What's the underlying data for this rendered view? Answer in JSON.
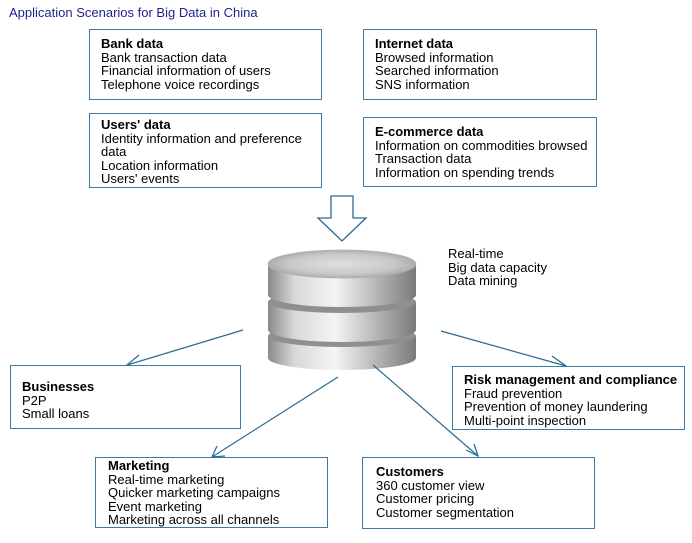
{
  "title": "Application Scenarios for Big Data in China",
  "colors": {
    "title": "#1f1f8f",
    "border": "#3a7ca5",
    "arrow": "#2a6a90"
  },
  "sources": {
    "bank": {
      "heading": "Bank data",
      "items": [
        "Bank transaction data",
        "Financial information of users",
        "Telephone voice recordings"
      ]
    },
    "internet": {
      "heading": "Internet data",
      "items": [
        "Browsed information",
        "Searched information",
        "SNS information"
      ]
    },
    "users": {
      "heading": "Users' data",
      "items": [
        "Identity information and preference",
        "data",
        "Location information",
        "Users' events"
      ]
    },
    "ecommerce": {
      "heading": "E-commerce data",
      "items": [
        "Information on commodities browsed",
        "Transaction data",
        "Information on spending trends"
      ]
    }
  },
  "database": {
    "icon": "database-icon",
    "features": [
      "Real-time",
      "Big data capacity",
      "Data mining"
    ]
  },
  "applications": {
    "businesses": {
      "heading": "Businesses",
      "items": [
        "P2P",
        "Small loans"
      ]
    },
    "risk": {
      "heading": "Risk management and compliance",
      "items": [
        "Fraud prevention",
        "Prevention of money laundering",
        "Multi-point inspection"
      ]
    },
    "marketing": {
      "heading": "Marketing",
      "items": [
        "Real-time marketing",
        "Quicker marketing campaigns",
        "Event marketing",
        "Marketing across all channels"
      ]
    },
    "customers": {
      "heading": "Customers",
      "items": [
        "360 customer view",
        "Customer pricing",
        "Customer segmentation"
      ]
    }
  }
}
